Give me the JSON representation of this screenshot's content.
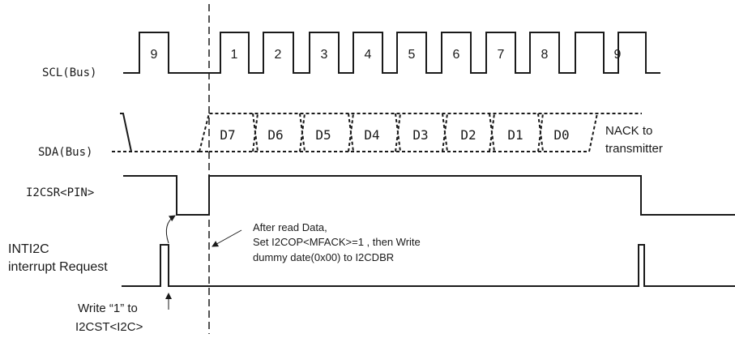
{
  "signals": {
    "scl": "SCL(Bus)",
    "sda": "SDA(Bus)",
    "pin": "I2CSR<PIN>",
    "inti2c_line1": "INTI2C",
    "inti2c_line2": "interrupt Request"
  },
  "scl_pulse_labels": [
    "9",
    "1",
    "2",
    "3",
    "4",
    "5",
    "6",
    "7",
    "8",
    "9"
  ],
  "sda_bit_labels": [
    "D7",
    "D6",
    "D5",
    "D4",
    "D3",
    "D2",
    "D1",
    "D0"
  ],
  "nack": {
    "line1": "NACK to",
    "line2": "transmitter"
  },
  "note_after_read": {
    "line1": "After read Data,",
    "line2": "Set I2COP<MFACK>=1 , then Write",
    "line3": "dummy date(0x00) to I2CDBR"
  },
  "note_write": {
    "line1": "Write “1” to",
    "line2": "I2CST<I2C>"
  }
}
